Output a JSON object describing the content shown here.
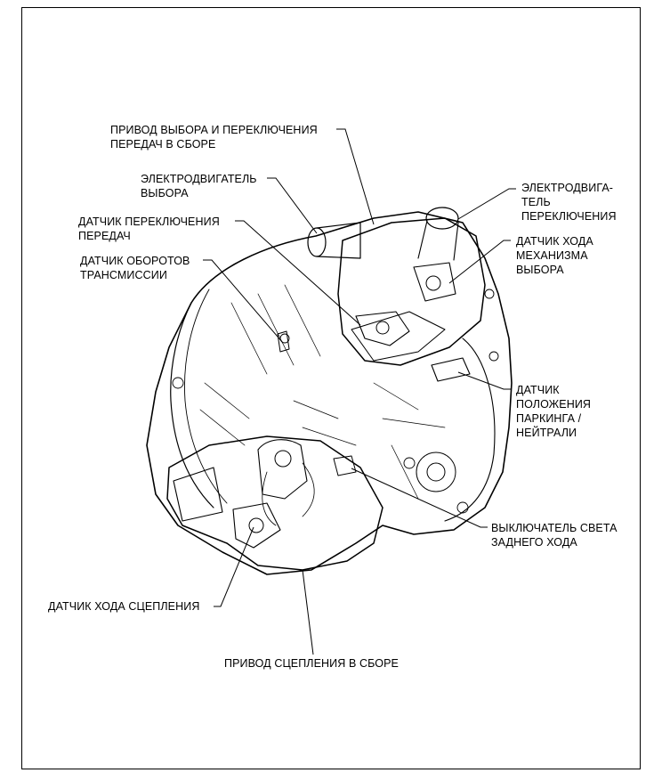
{
  "labels": {
    "shift_select_actuator": "ПРИВОД ВЫБОРА И ПЕРЕКЛЮЧЕНИЯ\nПЕРЕДАЧ В СБОРЕ",
    "select_motor": "ЭЛЕКТРОДВИГАТЕЛЬ\nВЫБОРА",
    "shift_sensor": "ДАТЧИК ПЕРЕКЛЮЧЕНИЯ\nПЕРЕДАЧ",
    "speed_sensor": "ДАТЧИК ОБОРОТОВ\nТРАНСМИССИИ",
    "shift_motor": "ЭЛЕКТРОДВИГА-\nТЕЛЬ\nПЕРЕКЛЮЧЕНИЯ",
    "select_stroke_sensor": "ДАТЧИК ХОДА\nМЕХАНИЗМА\nВЫБОРА",
    "park_neutral_sensor": "ДАТЧИК\nПОЛОЖЕНИЯ\nПАРКИНГА /\nНЕЙТРАЛИ",
    "reverse_light_switch": "ВЫКЛЮЧАТЕЛЬ СВЕТА\nЗАДНЕГО ХОДА",
    "clutch_stroke_sensor": "ДАТЧИК ХОДА СЦЕПЛЕНИЯ",
    "clutch_actuator": "ПРИВОД СЦЕПЛЕНИЯ В СБОРЕ"
  },
  "icons": {
    "transmission": "transmission-illustration-icon"
  }
}
